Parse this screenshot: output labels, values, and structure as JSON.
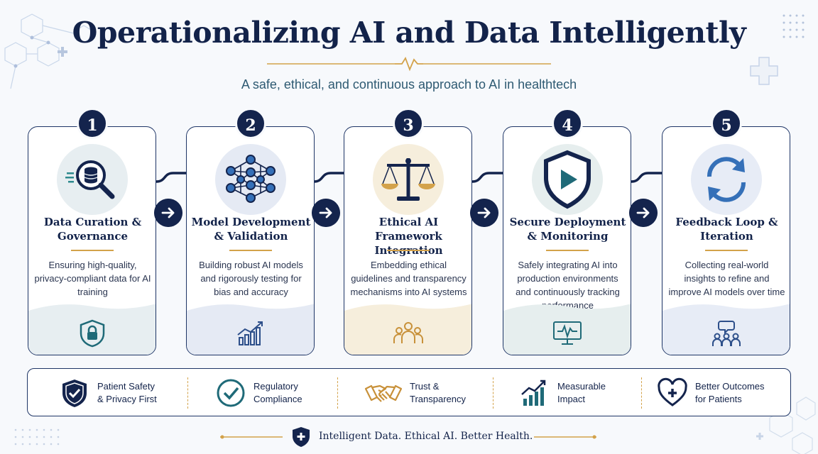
{
  "header": {
    "title": "Operationalizing AI and Data Intelligently",
    "subtitle": "A safe, ethical, and continuous approach to AI in healthtech"
  },
  "steps": [
    {
      "number": "1",
      "title": "Data Curation & Governance",
      "description": "Ensuring high-quality, privacy-compliant data for AI training",
      "icon": "database-magnifier-icon",
      "footer_icon": "shield-lock-icon",
      "tint": "#e7eef1"
    },
    {
      "number": "2",
      "title": "Model Development & Validation",
      "description": "Building robust AI models and rigorously testing for bias and accuracy",
      "icon": "neural-network-icon",
      "footer_icon": "growth-chart-icon",
      "tint": "#e5eaf4"
    },
    {
      "number": "3",
      "title": "Ethical AI Framework Integration",
      "description": "Embedding ethical guidelines and transparency mechanisms into AI systems",
      "icon": "balance-scale-icon",
      "footer_icon": "people-group-icon",
      "tint": "#f6eedc"
    },
    {
      "number": "4",
      "title": "Secure Deployment & Monitoring",
      "description": "Safely integrating AI into production environments and continuously tracking performance",
      "icon": "shield-play-icon",
      "footer_icon": "monitor-pulse-icon",
      "tint": "#e6eeee"
    },
    {
      "number": "5",
      "title": "Feedback Loop & Iteration",
      "description": "Collecting real-world insights to refine and improve AI models over time",
      "icon": "refresh-cycle-icon",
      "footer_icon": "team-feedback-icon",
      "tint": "#e7ecf6"
    }
  ],
  "benefits": [
    {
      "label": "Patient Safety\n& Privacy First",
      "icon": "shield-check-icon"
    },
    {
      "label": "Regulatory\nCompliance",
      "icon": "check-circle-icon"
    },
    {
      "label": "Trust &\nTransparency",
      "icon": "handshake-icon"
    },
    {
      "label": "Measurable\nImpact",
      "icon": "bar-growth-icon"
    },
    {
      "label": "Better Outcomes\nfor Patients",
      "icon": "heart-plus-icon"
    }
  ],
  "footer": {
    "tagline": "Intelligent Data. Ethical AI. Better Health.",
    "icon": "shield-cross-icon"
  },
  "colors": {
    "navy": "#14244d",
    "gold": "#d3a24a",
    "teal": "#1f6a78",
    "blue": "#3570b8"
  }
}
